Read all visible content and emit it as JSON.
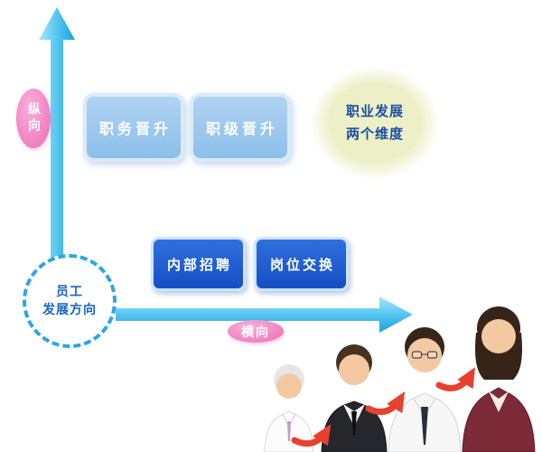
{
  "diagram": {
    "vertical_axis": {
      "label": "纵向"
    },
    "horizontal_axis": {
      "label": "横向"
    },
    "origin": {
      "line1": "员工",
      "line2": "发展方向"
    },
    "top_boxes": [
      {
        "label": "职务晋升"
      },
      {
        "label": "职级晋升"
      }
    ],
    "bottom_boxes": [
      {
        "label": "内部招聘"
      },
      {
        "label": "岗位交换"
      }
    ],
    "dimension_note": {
      "line1": "职业发展",
      "line2": "两个维度"
    },
    "illustration": {
      "people_icons": [
        "elderly-man-icon",
        "black-suit-man-icon",
        "shirt-tie-man-icon",
        "business-woman-icon"
      ],
      "arrow_icon": "red-curved-arrow-icon"
    },
    "colors": {
      "axis_blue": "#3db4e8",
      "top_box_fill": "#9cc6ee",
      "bottom_box_fill": "#1d5fd2",
      "pink_label_fill": "#f287c5",
      "note_ellipse_fill": "#edf0c6",
      "note_text_blue": "#1b4fa5",
      "origin_text_blue": "#1565c0",
      "red_arrow": "#e8402f"
    }
  }
}
